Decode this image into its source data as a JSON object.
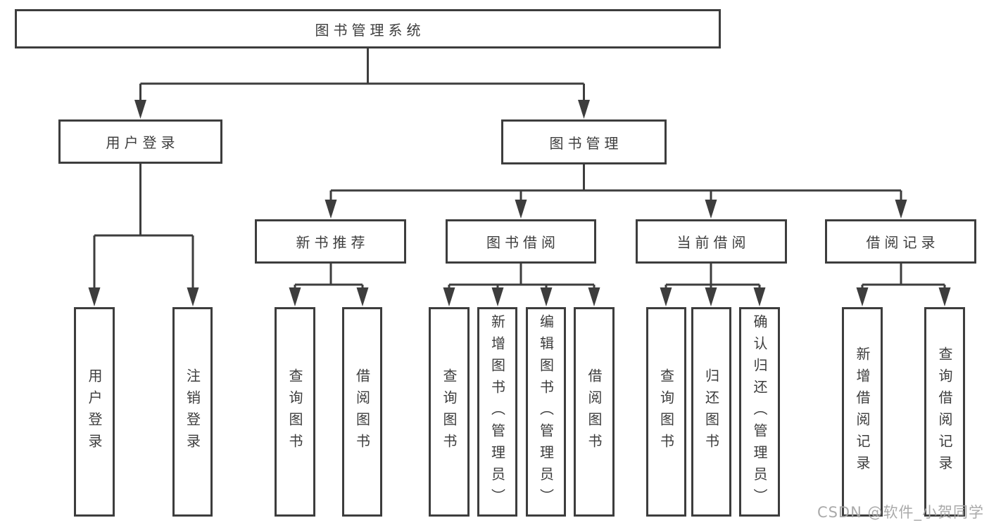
{
  "diagram": {
    "type": "hierarchy-tree",
    "watermark": "CSDN @软件_小贺同学",
    "colors": {
      "line": "#3d3d3d",
      "text": "#3d3d3d",
      "box_background": "#ffffff",
      "watermark": "#a5a5a5",
      "background": "#ffffff"
    },
    "nodes": {
      "root": {
        "label": "图书管理系统"
      },
      "user_login": {
        "label": "用户登录"
      },
      "book_mgmt": {
        "label": "图书管理"
      },
      "new_book_rec": {
        "label": "新书推荐"
      },
      "book_borrow": {
        "label": "图书借阅"
      },
      "current_borrow": {
        "label": "当前借阅"
      },
      "borrow_records": {
        "label": "借阅记录"
      },
      "leaf_user_login": {
        "label": "用户登录"
      },
      "leaf_logout": {
        "label": "注销登录"
      },
      "leaf_query_book_1": {
        "label": "查询图书"
      },
      "leaf_borrow_book_1": {
        "label": "借阅图书"
      },
      "leaf_query_book_2": {
        "label": "查询图书"
      },
      "leaf_add_book": {
        "label": "新增图书（管理员）"
      },
      "leaf_edit_book": {
        "label": "编辑图书（管理员）"
      },
      "leaf_borrow_book_2": {
        "label": "借阅图书"
      },
      "leaf_query_book_3": {
        "label": "查询图书"
      },
      "leaf_return_book": {
        "label": "归还图书"
      },
      "leaf_confirm_return": {
        "label": "确认归还（管理员）"
      },
      "leaf_add_borrow_record": {
        "label": "新增借阅记录"
      },
      "leaf_query_borrow_record": {
        "label": "查询借阅记录"
      }
    },
    "structure": {
      "root": [
        "user_login",
        "book_mgmt"
      ],
      "user_login": [
        "leaf_user_login",
        "leaf_logout"
      ],
      "book_mgmt": [
        "new_book_rec",
        "book_borrow",
        "current_borrow",
        "borrow_records"
      ],
      "new_book_rec": [
        "leaf_query_book_1",
        "leaf_borrow_book_1"
      ],
      "book_borrow": [
        "leaf_query_book_2",
        "leaf_add_book",
        "leaf_edit_book",
        "leaf_borrow_book_2"
      ],
      "current_borrow": [
        "leaf_query_book_3",
        "leaf_return_book",
        "leaf_confirm_return"
      ],
      "borrow_records": [
        "leaf_add_borrow_record",
        "leaf_query_borrow_record"
      ]
    }
  }
}
